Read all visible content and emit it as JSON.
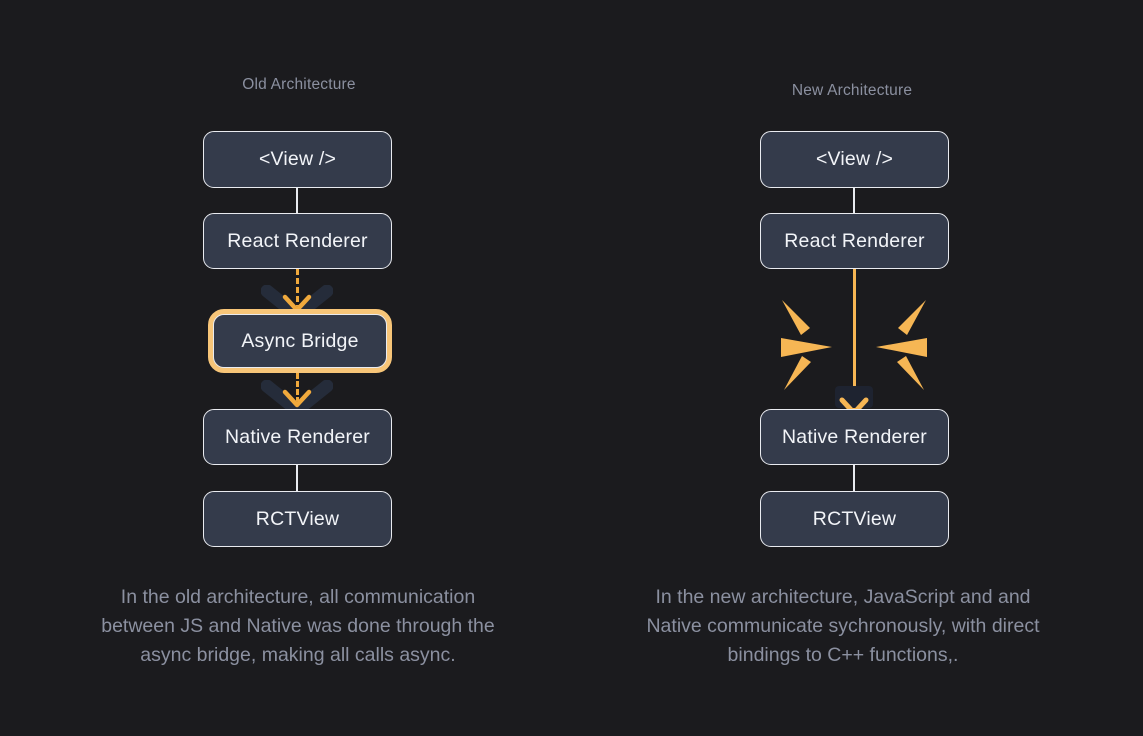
{
  "theme": {
    "background": "#1b1b1e",
    "node_fill": "#343b4b",
    "node_border": "#e9ebf0",
    "accent": "#f6b654",
    "accent_soft": "#f7c578",
    "muted_text": "#8b90a0",
    "node_text": "#f2f4f8",
    "chevron_shadow": "#252c3a"
  },
  "columns": {
    "old": {
      "title": "Old Architecture",
      "nodes": [
        {
          "label": "<View />"
        },
        {
          "label": "React Renderer"
        },
        {
          "label": "Async Bridge",
          "highlighted": true
        },
        {
          "label": "Native Renderer"
        },
        {
          "label": "RCTView"
        }
      ],
      "caption": "In the old architecture, all communication between JS and Native was done through the async bridge, making all calls async."
    },
    "new": {
      "title": "New Architecture",
      "nodes": [
        {
          "label": "<View />"
        },
        {
          "label": "React Renderer"
        },
        {
          "label": "Native Renderer"
        },
        {
          "label": "RCTView"
        }
      ],
      "caption": "In the new architecture, JavaScript and and Native communicate sychronously, with direct bindings to C++ functions,."
    }
  },
  "connectors": {
    "old": [
      {
        "from": "<View />",
        "to": "React Renderer",
        "style": "solid-white"
      },
      {
        "from": "React Renderer",
        "to": "Async Bridge",
        "style": "dashed-orange-arrow"
      },
      {
        "from": "Async Bridge",
        "to": "Native Renderer",
        "style": "dashed-orange-arrow"
      },
      {
        "from": "Native Renderer",
        "to": "RCTView",
        "style": "solid-white"
      }
    ],
    "new": [
      {
        "from": "<View />",
        "to": "React Renderer",
        "style": "solid-white"
      },
      {
        "from": "React Renderer",
        "to": "Native Renderer",
        "style": "solid-orange-arrow"
      },
      {
        "from": "Native Renderer",
        "to": "RCTView",
        "style": "solid-white"
      }
    ]
  },
  "burst": {
    "name": "sparkle-burst",
    "ray_count": 6,
    "color": "#f6b654"
  }
}
